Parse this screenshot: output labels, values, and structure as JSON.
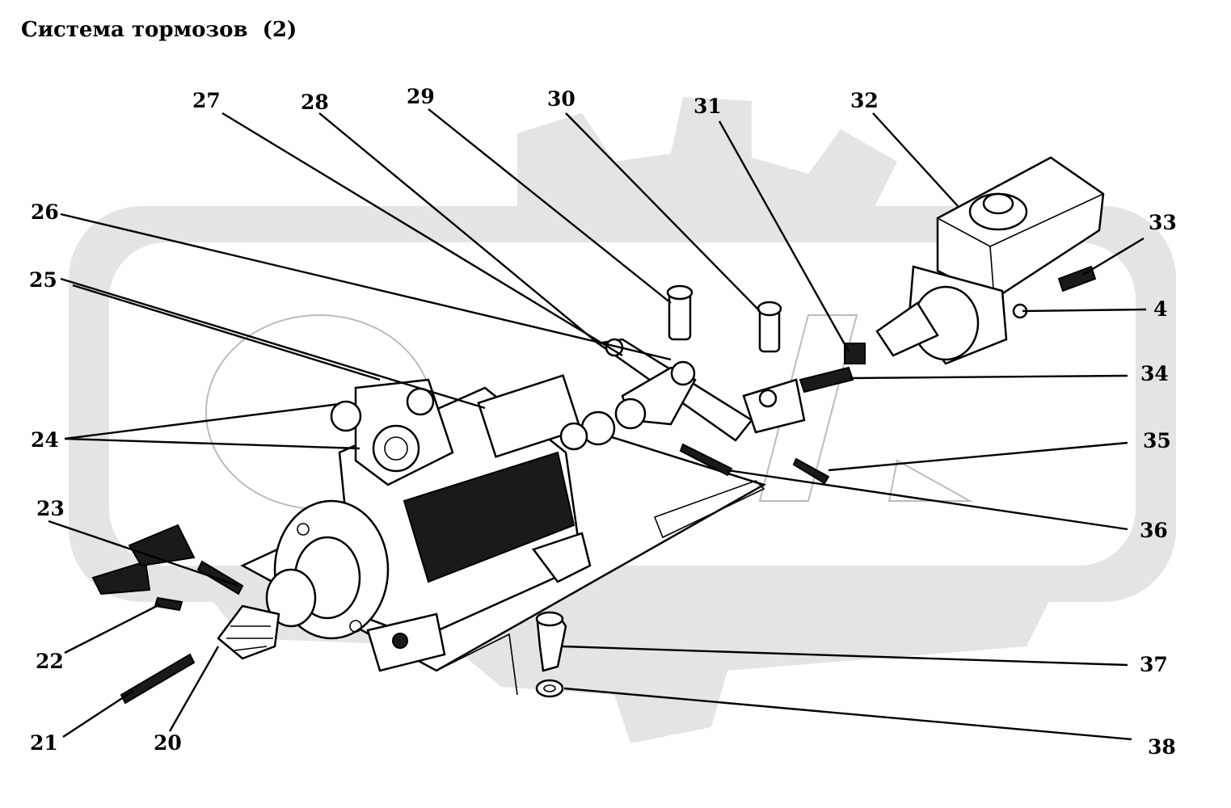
{
  "title": "Система тормозов  (2)",
  "callouts": [
    {
      "id": "27",
      "label": "27"
    },
    {
      "id": "28",
      "label": "28"
    },
    {
      "id": "29",
      "label": "29"
    },
    {
      "id": "30",
      "label": "30"
    },
    {
      "id": "31",
      "label": "31"
    },
    {
      "id": "32",
      "label": "32"
    },
    {
      "id": "33",
      "label": "33"
    },
    {
      "id": "4",
      "label": "4"
    },
    {
      "id": "34",
      "label": "34"
    },
    {
      "id": "35",
      "label": "35"
    },
    {
      "id": "36",
      "label": "36"
    },
    {
      "id": "37",
      "label": "37"
    },
    {
      "id": "38",
      "label": "38"
    },
    {
      "id": "26",
      "label": "26"
    },
    {
      "id": "25",
      "label": "25"
    },
    {
      "id": "24",
      "label": "24"
    },
    {
      "id": "23",
      "label": "23"
    },
    {
      "id": "22",
      "label": "22"
    },
    {
      "id": "21",
      "label": "21"
    },
    {
      "id": "20",
      "label": "20"
    }
  ]
}
